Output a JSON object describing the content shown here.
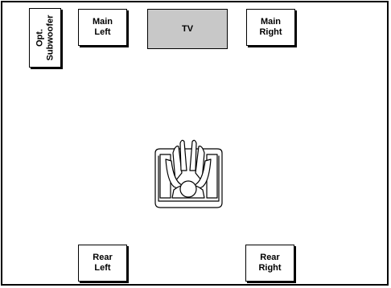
{
  "speakers": {
    "subwoofer": "Opt.\nSubwoofer",
    "main_left": "Main\nLeft",
    "tv": "TV",
    "main_right": "Main\nRight",
    "rear_left": "Rear\nLeft",
    "rear_right": "Rear\nRight"
  },
  "colors": {
    "tv_fill": "#c8c8c8",
    "border": "#000000"
  }
}
